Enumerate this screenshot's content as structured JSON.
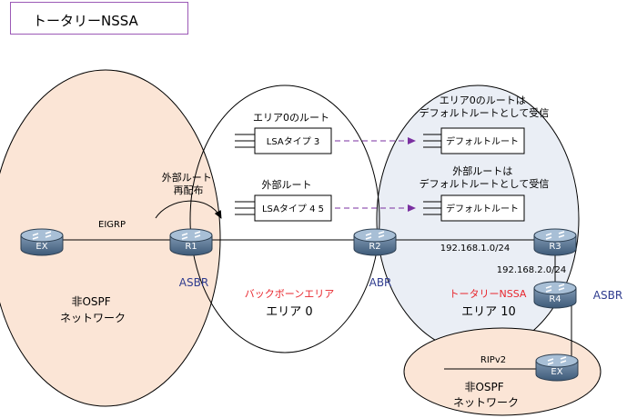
{
  "title": "トータリーNSSA",
  "colors": {
    "accent_red": "#e8262d",
    "asbr_blue": "#2f3c8f",
    "arrow_purple": "#7a2fa0",
    "area_ext_fill": "#fbe5d6",
    "area_nssa_fill": "#eaeef5",
    "router_fill": "#4e6e8e",
    "router_top": "#a8bfd6"
  },
  "areas": {
    "non_ospf_left": [
      "非OSPF",
      "ネットワーク"
    ],
    "backbone_name": "バックボーンエリア",
    "backbone_id": "エリア 0",
    "nssa_name": "トータリーNSSA",
    "nssa_id": "エリア 10",
    "non_ospf_right": [
      "非OSPF",
      "ネットワーク"
    ]
  },
  "routers": {
    "ex_left": "EX",
    "r1": "R1",
    "r2": "R2",
    "r3": "R3",
    "r4": "R4",
    "ex_right": "EX"
  },
  "roles": {
    "r1": "ASBR",
    "r2": "ABR",
    "r4": "ASBR"
  },
  "links": {
    "ex_r1": "EIGRP",
    "r2_r3": "192.168.1.0/24",
    "r3_r4": "192.168.2.0/24",
    "r4_ex": "RIPv2"
  },
  "redistribution": [
    "外部ルート",
    "再配布"
  ],
  "lsa": {
    "area0_route_label": "エリア0のルート",
    "lsa3": "LSAタイプ 3",
    "external_route_label": "外部ルート",
    "lsa45": "LSAタイプ 4 5",
    "nssa_note_1": [
      "エリア0のルートは",
      "デフォルトルートとして受信"
    ],
    "default_1": "デフォルトルート",
    "nssa_note_2": [
      "外部ルートは",
      "デフォルトルートとして受信"
    ],
    "default_2": "デフォルトルート"
  }
}
